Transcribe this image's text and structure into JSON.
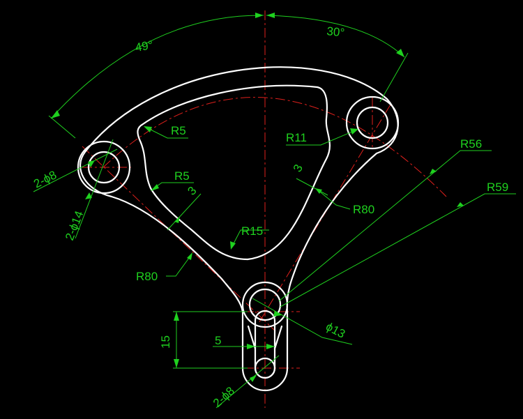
{
  "colors": {
    "background": "#000000",
    "outline": "#ffffff",
    "centerline": "#e0201c",
    "dimension": "#1fd11f"
  },
  "dimensions": {
    "angle_left": "49°",
    "angle_right": "30°",
    "r5_top": "R5",
    "r5_left": "R5",
    "r11": "R11",
    "r56": "R56",
    "r59": "R59",
    "hole_left": "2-ϕ8",
    "boss_left": "2-ϕ14",
    "wall_left": "3",
    "wall_right": "3",
    "r80_right": "R80",
    "r15": "R15",
    "r80_left": "R80",
    "height": "15",
    "slot_width": "5",
    "hole_bottom": "ϕ13",
    "hole_slot": "2-ϕ8"
  }
}
